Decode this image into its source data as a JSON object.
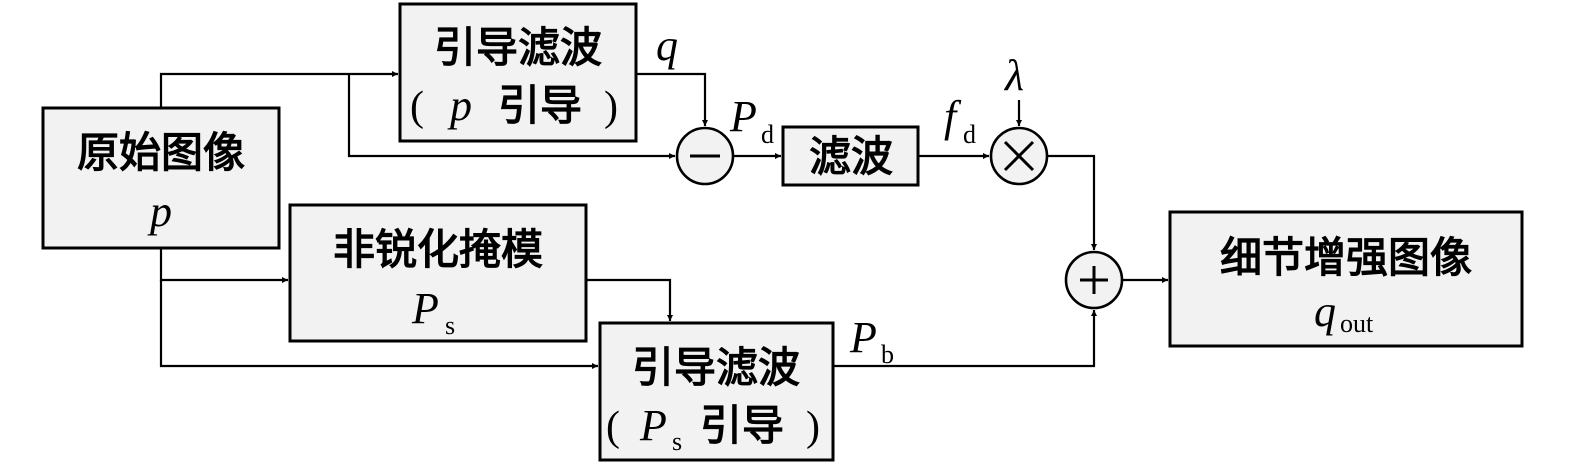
{
  "blocks": {
    "original": {
      "label": "原始图像",
      "var": "p"
    },
    "guided_top": {
      "label": "引导滤波",
      "guide_var": "p",
      "guide_text": "引导"
    },
    "filter": {
      "label": "滤波"
    },
    "unsharp": {
      "label": "非锐化掩模",
      "var": "P",
      "var_sub": "s"
    },
    "guided_bottom": {
      "label": "引导滤波",
      "guide_var": "P",
      "guide_sub": "s",
      "guide_text": "引导"
    },
    "output": {
      "label": "细节增强图像",
      "var": "q",
      "var_sub": "out"
    }
  },
  "operators": {
    "subtract": "−",
    "multiply": "×",
    "add": "+"
  },
  "signals": {
    "q": "q",
    "pd": {
      "main": "P",
      "sub": "d"
    },
    "fd": {
      "main": "f",
      "sub": "d"
    },
    "lambda": "λ",
    "pb": {
      "main": "P",
      "sub": "b"
    }
  }
}
